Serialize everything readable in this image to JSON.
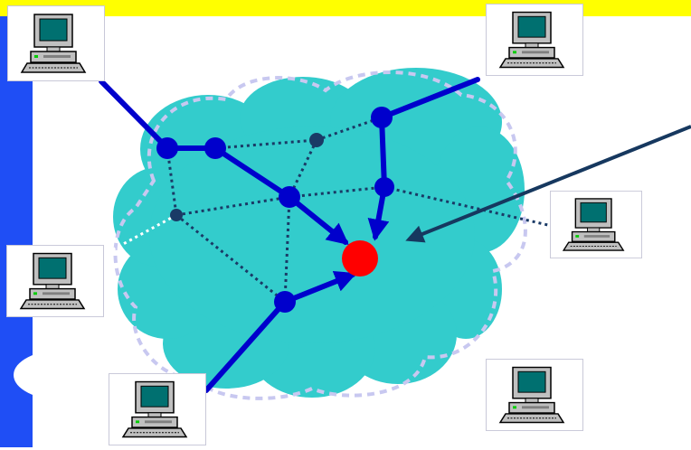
{
  "colors": {
    "top_bar": "#ffff00",
    "side_bar": "#1f4ef5",
    "cloud_fill": "#33cccc",
    "cloud_border": "#c8c8f0",
    "route": "#0000cc",
    "router": "#0000cc",
    "router_dark": "#1a3a66",
    "dotted_link": "#1a3a66",
    "dotted_link_light": "#ffffff",
    "destination": "#ff0000",
    "pointer_arrow": "#16385f",
    "monitor_screen": "#007070",
    "computer_body": "#c0c0c0"
  },
  "computers": [
    {
      "name": "computer-top-left"
    },
    {
      "name": "computer-top-right"
    },
    {
      "name": "computer-right"
    },
    {
      "name": "computer-left"
    },
    {
      "name": "computer-bottom-left"
    },
    {
      "name": "computer-bottom-right"
    }
  ],
  "routers": [
    {
      "name": "router-a",
      "style": "route"
    },
    {
      "name": "router-b",
      "style": "route"
    },
    {
      "name": "router-c",
      "style": "route"
    },
    {
      "name": "router-d",
      "style": "route"
    },
    {
      "name": "router-e",
      "style": "route"
    },
    {
      "name": "router-f",
      "style": "route"
    },
    {
      "name": "router-g",
      "style": "dark"
    },
    {
      "name": "router-h",
      "style": "dark"
    }
  ],
  "destination": {
    "name": "destination-node"
  }
}
